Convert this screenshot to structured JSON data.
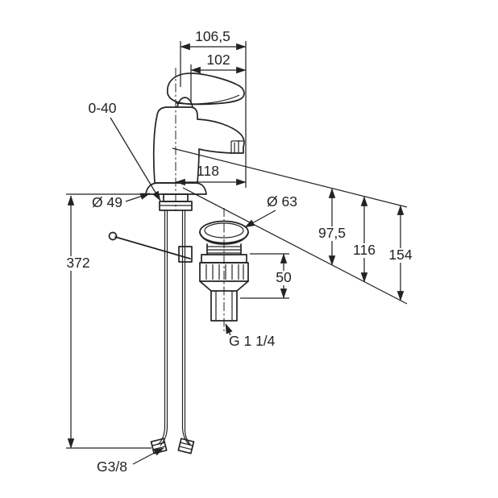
{
  "drawing": {
    "labels": {
      "dim_top_overall": "106,5",
      "dim_top_spout": "102",
      "dim_handle_range": "0-40",
      "dim_reach": "118",
      "dim_base_dia": "Ø 49",
      "dim_drain_dia": "Ø 63",
      "dim_h_outlet": "97,5",
      "dim_h_mid": "116",
      "dim_h_total": "154",
      "dim_hose_len": "372",
      "dim_drain_h": "50",
      "thread_drain": "G 1 1/4",
      "thread_supply": "G3/8"
    },
    "colors": {
      "line": "#232323",
      "background": "#ffffff"
    }
  }
}
